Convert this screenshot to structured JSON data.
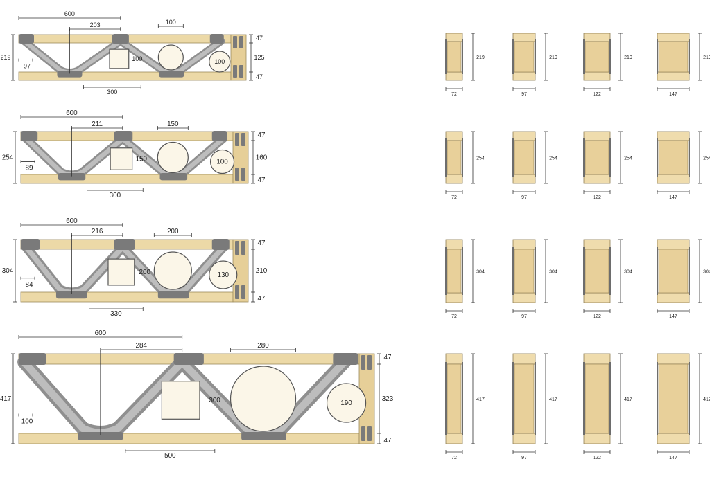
{
  "joists": [
    {
      "height": "219",
      "pitch": "600",
      "opening_width": "203",
      "end_offset": "97",
      "square_opening": "100",
      "round_opening_large": "100",
      "round_opening_small": "100",
      "top_chord": "47",
      "web_depth": "125",
      "bottom_chord": "47",
      "bottom_span": "300"
    },
    {
      "height": "254",
      "pitch": "600",
      "opening_width": "211",
      "end_offset": "89",
      "square_opening": "150",
      "round_opening_large": "150",
      "round_opening_small": "100",
      "top_chord": "47",
      "web_depth": "160",
      "bottom_chord": "47",
      "bottom_span": "300"
    },
    {
      "height": "304",
      "pitch": "600",
      "opening_width": "216",
      "end_offset": "84",
      "square_opening": "200",
      "round_opening_large": "200",
      "round_opening_small": "130",
      "top_chord": "47",
      "web_depth": "210",
      "bottom_chord": "47",
      "bottom_span": "330"
    },
    {
      "height": "417",
      "pitch": "600",
      "opening_width": "284",
      "end_offset": "100",
      "square_opening": "300",
      "round_opening_large": "280",
      "round_opening_small": "190",
      "top_chord": "47",
      "web_depth": "323",
      "bottom_chord": "47",
      "bottom_span": "500"
    }
  ],
  "sections": {
    "widths": [
      "72",
      "97",
      "122",
      "147"
    ],
    "heights": [
      "219",
      "254",
      "304",
      "417"
    ]
  },
  "colors": {
    "timber": "#ecd9a7",
    "steel_web": "#8f8f8f",
    "dimension_line": "#333333"
  }
}
